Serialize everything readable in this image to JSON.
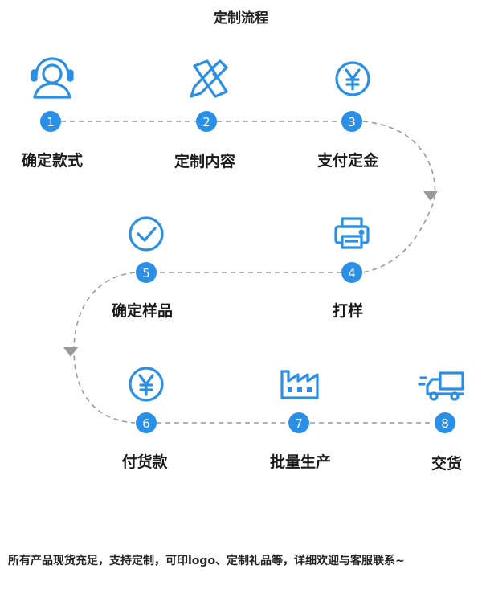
{
  "title": "定制流程",
  "colors": {
    "accent": "#2a8fe6",
    "dash": "#9a9a9a",
    "text": "#1a1a1a"
  },
  "steps": [
    {
      "number": "1",
      "label": "确定款式",
      "icon": "headset-icon"
    },
    {
      "number": "2",
      "label": "定制内容",
      "icon": "pencil-ruler-icon"
    },
    {
      "number": "3",
      "label": "支付定金",
      "icon": "yen-coin-icon"
    },
    {
      "number": "4",
      "label": "打样",
      "icon": "printer-icon"
    },
    {
      "number": "5",
      "label": "确定样品",
      "icon": "check-circle-icon"
    },
    {
      "number": "6",
      "label": "付货款",
      "icon": "yen-coin-icon"
    },
    {
      "number": "7",
      "label": "批量生产",
      "icon": "factory-icon"
    },
    {
      "number": "8",
      "label": "交货",
      "icon": "delivery-truck-icon"
    }
  ],
  "footer": "所有产品现货充足，支持定制，可印logo、定制礼品等，详细欢迎与客服联系~"
}
